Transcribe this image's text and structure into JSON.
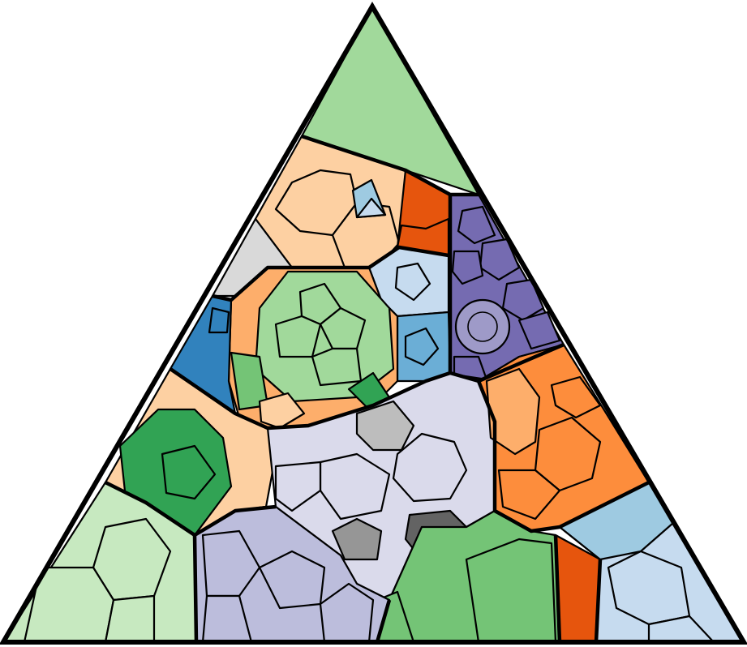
{
  "palette": {
    "outline": "#000000",
    "background": "#ffffff",
    "light_green": "#a1d99b",
    "pale_green": "#c7e9c0",
    "mid_green": "#74c476",
    "dark_green": "#31a354",
    "peach": "#fdd0a2",
    "light_orange": "#fdae6b",
    "orange": "#fd8d3c",
    "dark_orange": "#e6550d",
    "pale_blue": "#c6dbef",
    "light_blue": "#9ecae1",
    "mid_blue": "#6baed6",
    "blue": "#3182bd",
    "lavender": "#dadaeb",
    "light_purple": "#bcbddc",
    "purple": "#756bb1",
    "soft_purple": "#9e9ac8",
    "light_gray": "#d9d9d9",
    "mid_gray": "#bdbdbd",
    "gray": "#969696",
    "dark_gray": "#636363"
  },
  "regions": [
    {
      "name": "apex",
      "color_key": "light_green"
    },
    {
      "name": "peach-top",
      "color_key": "peach"
    },
    {
      "name": "dark-orange-top",
      "color_key": "dark_orange"
    },
    {
      "name": "purple-right",
      "color_key": "purple"
    },
    {
      "name": "gray-left",
      "color_key": "light_gray"
    },
    {
      "name": "pale-blue-center",
      "color_key": "pale_blue"
    },
    {
      "name": "green-center",
      "color_key": "light_green"
    },
    {
      "name": "orange-ring",
      "color_key": "light_orange"
    },
    {
      "name": "blue-left",
      "color_key": "blue"
    },
    {
      "name": "mid-blue-center",
      "color_key": "mid_blue"
    },
    {
      "name": "orange-right",
      "color_key": "orange"
    },
    {
      "name": "lavender-center",
      "color_key": "lavender"
    },
    {
      "name": "peach-left",
      "color_key": "peach"
    },
    {
      "name": "dark-green-left",
      "color_key": "dark_green"
    },
    {
      "name": "pale-green-bottom-left",
      "color_key": "pale_green"
    },
    {
      "name": "light-purple-bottom",
      "color_key": "light_purple"
    },
    {
      "name": "mid-green-bottom",
      "color_key": "mid_green"
    },
    {
      "name": "dark-orange-bottom",
      "color_key": "dark_orange"
    },
    {
      "name": "pale-blue-bottom-right",
      "color_key": "pale_blue"
    }
  ]
}
